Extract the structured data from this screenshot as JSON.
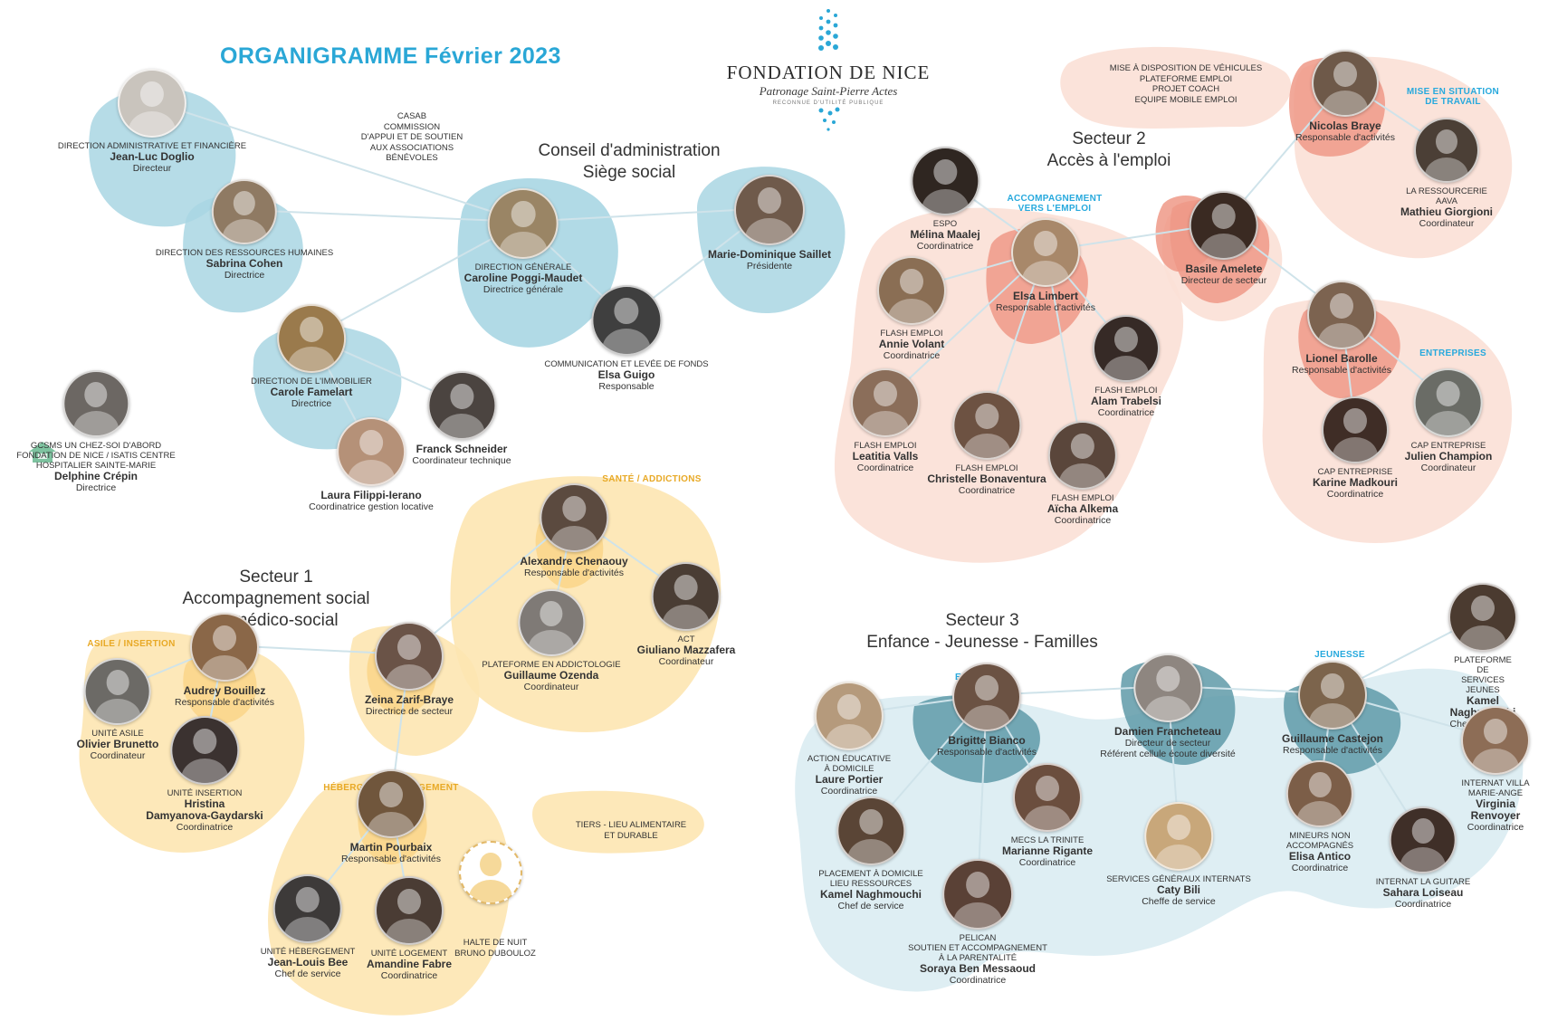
{
  "title": "ORGANIGRAMME Février 2023",
  "logo": {
    "name": "FONDATION DE NICE",
    "subtitle": "Patronage Saint-Pierre Actes",
    "small": "RECONNUE D'UTILITÉ PUBLIQUE"
  },
  "colors": {
    "title": "#2aa7d6",
    "blue": "#a3d3e0",
    "pink": "#f9d9ce",
    "pinkStrong": "#ef9987",
    "yellow": "#fbe4ad",
    "teal": "#5f9aa8",
    "lightTeal": "#dbedf1",
    "tagBlue": "#27a9dd"
  },
  "sectors": {
    "siege": "Conseil d'administration\nSiège social",
    "s1": "Secteur 1\nAccompagnement social\net médico-social",
    "s2": "Secteur 2\nAccès à l'emploi",
    "s3": "Secteur 3\nEnfance - Jeunesse - Familles"
  },
  "tags": {
    "sante": "SANTÉ / ADDICTIONS",
    "asile": "ASILE / INSERTION",
    "hebergement": "HÉBERGEMENT / LOGEMENT",
    "accompagnement": "ACCOMPAGNEMENT\nVERS L'EMPLOI",
    "miseSituation": "MISE EN SITUATION\nDE TRAVAIL",
    "entreprises": "ENTREPRISES",
    "enfance": "ENFANCE",
    "jeunesse": "JEUNESSE"
  },
  "notes": {
    "casab": "CASAB\nCOMMISSION\nD'APPUI ET DE SOUTIEN\nAUX ASSOCIATIONS\nBÉNÉVOLES",
    "tiers": "TIERS - LIEU ALIMENTAIRE\nET DURABLE",
    "miseDispo": "MISE À DISPOSITION DE VÉHICULES\nPLATEFORME EMPLOI\nPROJET COACH\nEQUIPE MOBILE EMPLOI"
  },
  "people": [
    {
      "id": "doglio",
      "pre": "DIRECTION ADMINISTRATIVE ET FINANCIÈRE",
      "name": "Jean-Luc Doglio",
      "role": "Directeur"
    },
    {
      "id": "cohen",
      "pre": "DIRECTION DES RESSOURCES HUMAINES",
      "name": "Sabrina Cohen",
      "role": "Directrice"
    },
    {
      "id": "poggi",
      "pre": "DIRECTION GÉNÉRALE",
      "name": "Caroline Poggi-Maudet",
      "role": "Directrice générale"
    },
    {
      "id": "saillet",
      "pre": "",
      "name": "Marie-Dominique Saillet",
      "role": "Présidente"
    },
    {
      "id": "guigo",
      "pre": "COMMUNICATION ET LEVÉE DE FONDS",
      "name": "Elsa Guigo",
      "role": "Responsable"
    },
    {
      "id": "famelart",
      "pre": "DIRECTION DE L'IMMOBILIER",
      "name": "Carole Famelart",
      "role": "Directrice"
    },
    {
      "id": "schneider",
      "pre": "",
      "name": "Franck Schneider",
      "role": "Coordinateur technique"
    },
    {
      "id": "filippi",
      "pre": "",
      "name": "Laura Filippi-Ierano",
      "role": "Coordinatrice gestion locative"
    },
    {
      "id": "crepin",
      "pre": "GCSMS UN CHEZ-SOI D'ABORD\nFONDATION DE NICE / ISATIS CENTRE\nHOSPITALIER SAINTE-MARIE",
      "name": "Delphine Crépin",
      "role": "Directrice"
    },
    {
      "id": "chenaouy",
      "pre": "",
      "name": "Alexandre Chenaouy",
      "role": "Responsable d'activités"
    },
    {
      "id": "ozenda",
      "pre": "PLATEFORME EN ADDICTOLOGIE",
      "name": "Guillaume Ozenda",
      "role": "Coordinateur"
    },
    {
      "id": "mazzafera",
      "pre": "ACT",
      "name": "Giuliano Mazzafera",
      "role": "Coordinateur"
    },
    {
      "id": "zarif",
      "pre": "",
      "name": "Zeina Zarif-Braye",
      "role": "Directrice de secteur"
    },
    {
      "id": "bouillez",
      "pre": "",
      "name": "Audrey Bouillez",
      "role": "Responsable d'activités"
    },
    {
      "id": "brunetto",
      "pre": "UNITÉ ASILE",
      "name": "Olivier Brunetto",
      "role": "Coordinateur"
    },
    {
      "id": "damyanova",
      "pre": "UNITÉ INSERTION",
      "name": "Hristina\nDamyanova-Gaydarski",
      "role": "Coordinatrice"
    },
    {
      "id": "pourbaix",
      "pre": "",
      "name": "Martin Pourbaix",
      "role": "Responsable d'activités"
    },
    {
      "id": "bee",
      "pre": "UNITÉ HÉBERGEMENT",
      "name": "Jean-Louis Bee",
      "role": "Chef de service"
    },
    {
      "id": "fabre",
      "pre": "UNITÉ LOGEMENT",
      "name": "Amandine Fabre",
      "role": "Coordinatrice"
    },
    {
      "id": "halte",
      "pre": "",
      "name": "",
      "role": ""
    },
    {
      "id": "braye",
      "pre": "",
      "name": "Nicolas Braye",
      "role": "Responsable d'activités"
    },
    {
      "id": "giorgioni",
      "pre": "LA RESSOURCERIE AAVA",
      "name": "Mathieu Giorgioni",
      "role": "Coordinateur"
    },
    {
      "id": "maalej",
      "pre": "ESPO",
      "name": "Mélina Maalej",
      "role": "Coordinatrice"
    },
    {
      "id": "limbert",
      "pre": "",
      "name": "Elsa Limbert",
      "role": "Responsable d'activités"
    },
    {
      "id": "amelete",
      "pre": "",
      "name": "Basile Amelete",
      "role": "Directeur de secteur"
    },
    {
      "id": "volant",
      "pre": "FLASH EMPLOI",
      "name": "Annie Volant",
      "role": "Coordinatrice"
    },
    {
      "id": "trabelsi",
      "pre": "FLASH EMPLOI",
      "name": "Alam Trabelsi",
      "role": "Coordinatrice"
    },
    {
      "id": "barolle",
      "pre": "",
      "name": "Lionel Barolle",
      "role": "Responsable d'activités"
    },
    {
      "id": "valls",
      "pre": "FLASH EMPLOI",
      "name": "Leatitia Valls",
      "role": "Coordinatrice"
    },
    {
      "id": "bonaventura",
      "pre": "FLASH EMPLOI",
      "name": "Christelle Bonaventura",
      "role": "Coordinatrice"
    },
    {
      "id": "alkema",
      "pre": "FLASH EMPLOI",
      "name": "Aïcha Alkema",
      "role": "Coordinatrice"
    },
    {
      "id": "madkouri",
      "pre": "CAP ENTREPRISE",
      "name": "Karine Madkouri",
      "role": "Coordinatrice"
    },
    {
      "id": "champion",
      "pre": "CAP ENTREPRISE",
      "name": "Julien Champion",
      "role": "Coordinateur"
    },
    {
      "id": "naghmouchi_j",
      "pre": "PLATEFORME DE\nSERVICES JEUNES",
      "name": "Kamel Naghmouchi",
      "role": "Chef de service"
    },
    {
      "id": "portier",
      "pre": "ACTION ÉDUCATIVE\nÀ DOMICILE",
      "name": "Laure Portier",
      "role": "Coordinatrice"
    },
    {
      "id": "bianco",
      "pre": "",
      "name": "Brigitte Bianco",
      "role": "Responsable d'activités"
    },
    {
      "id": "francheteau",
      "pre": "",
      "name": "Damien Francheteau",
      "role": "Directeur de secteur\nRéférent cellule écoute diversité"
    },
    {
      "id": "castejon",
      "pre": "",
      "name": "Guillaume Castejon",
      "role": "Responsable d'activités"
    },
    {
      "id": "renvoyer",
      "pre": "INTERNAT VILLA\nMARIE-ANGE",
      "name": "Virginia Renvoyer",
      "role": "Coordinatrice"
    },
    {
      "id": "rigante",
      "pre": "MECS LA TRINITE",
      "name": "Marianne Rigante",
      "role": "Coordinatrice"
    },
    {
      "id": "naghmouchi_p",
      "pre": "PLACEMENT À DOMICILE\nLIEU RESSOURCES",
      "name": "Kamel Naghmouchi",
      "role": "Chef de service"
    },
    {
      "id": "bili",
      "pre": "SERVICES GÉNÉRAUX INTERNATS",
      "name": "Caty Bili",
      "role": "Cheffe de service"
    },
    {
      "id": "antico",
      "pre": "MINEURS NON\nACCOMPAGNÉS",
      "name": "Elisa Antico",
      "role": "Coordinatrice"
    },
    {
      "id": "loiseau",
      "pre": "INTERNAT LA GUITARE",
      "name": "Sahara Loiseau",
      "role": "Coordinatrice"
    },
    {
      "id": "benmessaoud",
      "pre": "PELICAN\nSOUTIEN ET ACCOMPAGNEMENT\nÀ LA PARENTALITÉ",
      "name": "Soraya Ben Messaoud",
      "role": "Coordinatrice"
    }
  ],
  "halte": "HALTE DE NUIT\nBRUNO DUBOULOZ",
  "links": [
    [
      "poggi",
      "doglio"
    ],
    [
      "poggi",
      "cohen"
    ],
    [
      "poggi",
      "saillet"
    ],
    [
      "poggi",
      "guigo"
    ],
    [
      "poggi",
      "famelart"
    ],
    [
      "guigo",
      "saillet"
    ],
    [
      "famelart",
      "schneider"
    ],
    [
      "famelart",
      "filippi"
    ],
    [
      "zarif",
      "chenaouy"
    ],
    [
      "zarif",
      "bouillez"
    ],
    [
      "zarif",
      "pourbaix"
    ],
    [
      "chenaouy",
      "ozenda"
    ],
    [
      "chenaouy",
      "mazzafera"
    ],
    [
      "bouillez",
      "brunetto"
    ],
    [
      "bouillez",
      "damyanova"
    ],
    [
      "pourbaix",
      "bee"
    ],
    [
      "pourbaix",
      "fabre"
    ],
    [
      "amelete",
      "limbert"
    ],
    [
      "amelete",
      "braye"
    ],
    [
      "amelete",
      "barolle"
    ],
    [
      "braye",
      "giorgioni"
    ],
    [
      "limbert",
      "maalej"
    ],
    [
      "limbert",
      "volant"
    ],
    [
      "limbert",
      "trabelsi"
    ],
    [
      "limbert",
      "valls"
    ],
    [
      "limbert",
      "bonaventura"
    ],
    [
      "limbert",
      "alkema"
    ],
    [
      "barolle",
      "madkouri"
    ],
    [
      "barolle",
      "champion"
    ],
    [
      "francheteau",
      "bianco"
    ],
    [
      "francheteau",
      "castejon"
    ],
    [
      "francheteau",
      "bili"
    ],
    [
      "bianco",
      "portier"
    ],
    [
      "bianco",
      "rigante"
    ],
    [
      "bianco",
      "naghmouchi_p"
    ],
    [
      "bianco",
      "benmessaoud"
    ],
    [
      "castejon",
      "naghmouchi_j"
    ],
    [
      "castejon",
      "renvoyer"
    ],
    [
      "castejon",
      "antico"
    ],
    [
      "castejon",
      "loiseau"
    ]
  ]
}
